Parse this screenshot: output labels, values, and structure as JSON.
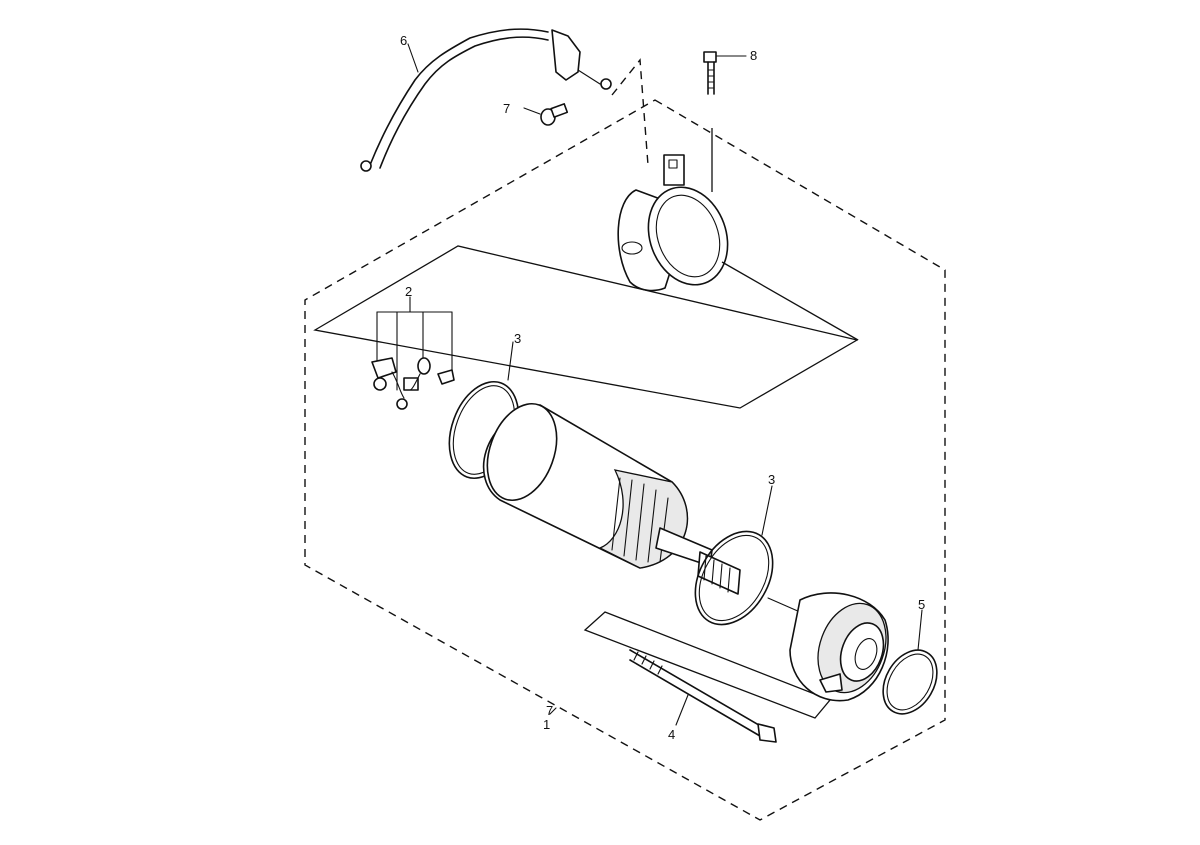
{
  "callouts": {
    "c1": "1",
    "c1_mark": "7",
    "c2": "2",
    "c3a": "3",
    "c3b": "3",
    "c4": "4",
    "c5": "5",
    "c6": "6",
    "c7": "7",
    "c8": "8"
  },
  "parts": [
    "starting-motor-assembly",
    "brush-set",
    "o-ring",
    "through-bolt",
    "o-ring-small",
    "starter-cable",
    "cable-bolt",
    "mounting-bolt"
  ]
}
